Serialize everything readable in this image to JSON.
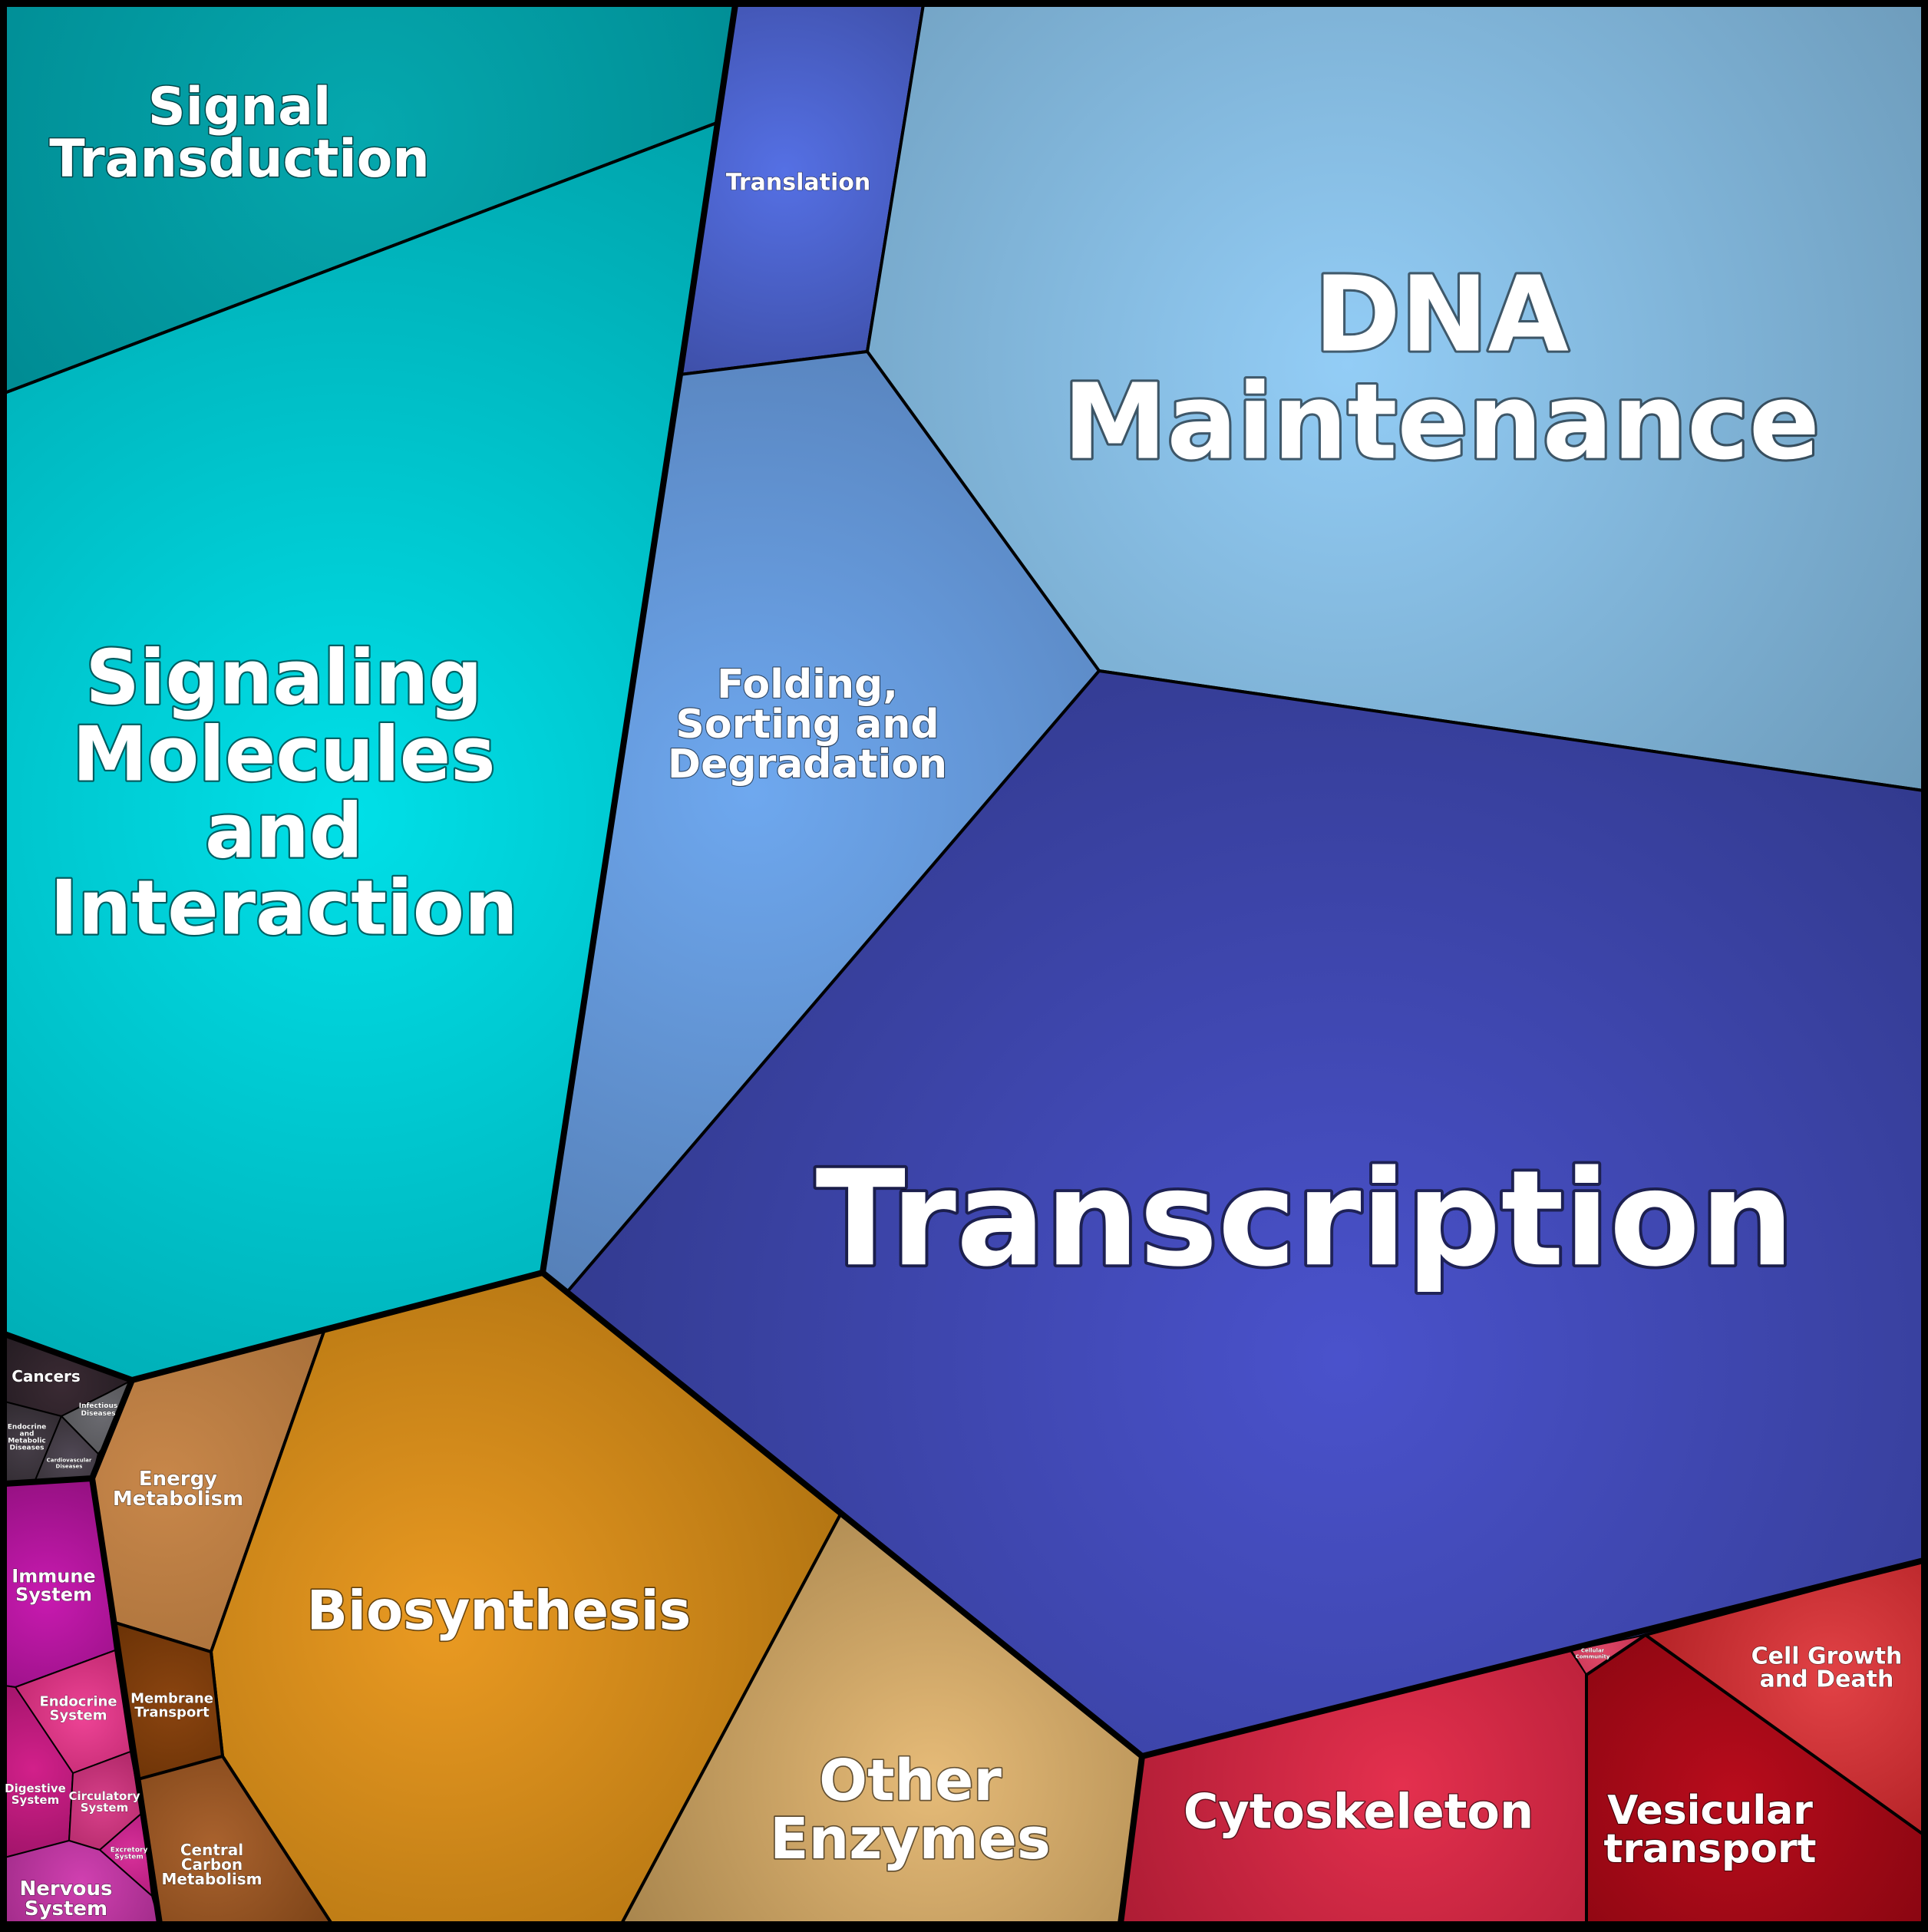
{
  "labels": {
    "signal_transduction": [
      "Signal",
      "Transduction"
    ],
    "signaling_molecules": [
      "Signaling",
      "Molecules",
      "and",
      "Interaction"
    ],
    "translation": [
      "Translation"
    ],
    "dna_maintenance": [
      "DNA",
      "Maintenance"
    ],
    "folding": [
      "Folding,",
      "Sorting and",
      "Degradation"
    ],
    "transcription": [
      "Transcription"
    ],
    "cancers": [
      "Cancers"
    ],
    "infectious": [
      "Infectious",
      "Diseases"
    ],
    "endocrine_metabolic": [
      "Endocrine",
      "and",
      "Metabolic",
      "Diseases"
    ],
    "cardiovascular": [
      "Cardiovascular",
      "Diseases"
    ],
    "energy_metabolism": [
      "Energy",
      "Metabolism"
    ],
    "biosynthesis": [
      "Biosynthesis"
    ],
    "membrane_transport": [
      "Membrane",
      "Transport"
    ],
    "central_carbon": [
      "Central",
      "Carbon",
      "Metabolism"
    ],
    "other_enzymes": [
      "Other",
      "Enzymes"
    ],
    "immune": [
      "Immune",
      "System"
    ],
    "endocrine_system": [
      "Endocrine",
      "System"
    ],
    "digestive": [
      "Digestive",
      "System"
    ],
    "circulatory": [
      "Circulatory",
      "System"
    ],
    "excretory": [
      "Excretory",
      "System"
    ],
    "nervous": [
      "Nervous",
      "System"
    ],
    "cytoskeleton": [
      "Cytoskeleton"
    ],
    "cell_motility": [
      "Cellular",
      "Community"
    ],
    "vesicular": [
      "Vesicular",
      "transport"
    ],
    "cell_growth": [
      "Cell Growth",
      "and Death"
    ]
  },
  "colors": {
    "signal_transduction": [
      "#05a8ae",
      "#008b93"
    ],
    "signaling_molecules": [
      "#00e0e8",
      "#00a3ab"
    ],
    "translation": [
      "#5570e4",
      "#3e4fa8"
    ],
    "dna_maintenance": [
      "#93cdf6",
      "#6c9ab9"
    ],
    "folding": [
      "#6ea8ef",
      "#5680b8"
    ],
    "transcription": [
      "#4a52cc",
      "#323a8e"
    ],
    "cancers": [
      "#3a2a33",
      "#241c22"
    ],
    "infectious": [
      "#6a6a70",
      "#555558"
    ],
    "endocrine_metabolic": [
      "#463e48",
      "#302a30"
    ],
    "cardiovascular": [
      "#504855",
      "#383238"
    ],
    "energy_metabolism": [
      "#c8874a",
      "#a8703a"
    ],
    "biosynthesis": [
      "#ea9a22",
      "#b37512"
    ],
    "membrane_transport": [
      "#8a4410",
      "#6a3206"
    ],
    "central_carbon": [
      "#a9622e",
      "#7c4317"
    ],
    "other_enzymes": [
      "#e6bb78",
      "#a8854d"
    ],
    "immune": [
      "#c81ab0",
      "#931080"
    ],
    "endocrine_system": [
      "#ee4496",
      "#c32a72"
    ],
    "digestive": [
      "#d2208a",
      "#a1146a"
    ],
    "circulatory": [
      "#d8408a",
      "#b02868"
    ],
    "excretory": [
      "#d8309a",
      "#b21c7c"
    ],
    "nervous": [
      "#d040b0",
      "#a22c8a"
    ],
    "cytoskeleton": [
      "#e4304e",
      "#ad1c34"
    ],
    "cell_motility": [
      "#e04868",
      "#c03050"
    ],
    "vesicular": [
      "#b80c1c",
      "#8a0611"
    ],
    "cell_growth": [
      "#e24246",
      "#b32226"
    ]
  }
}
